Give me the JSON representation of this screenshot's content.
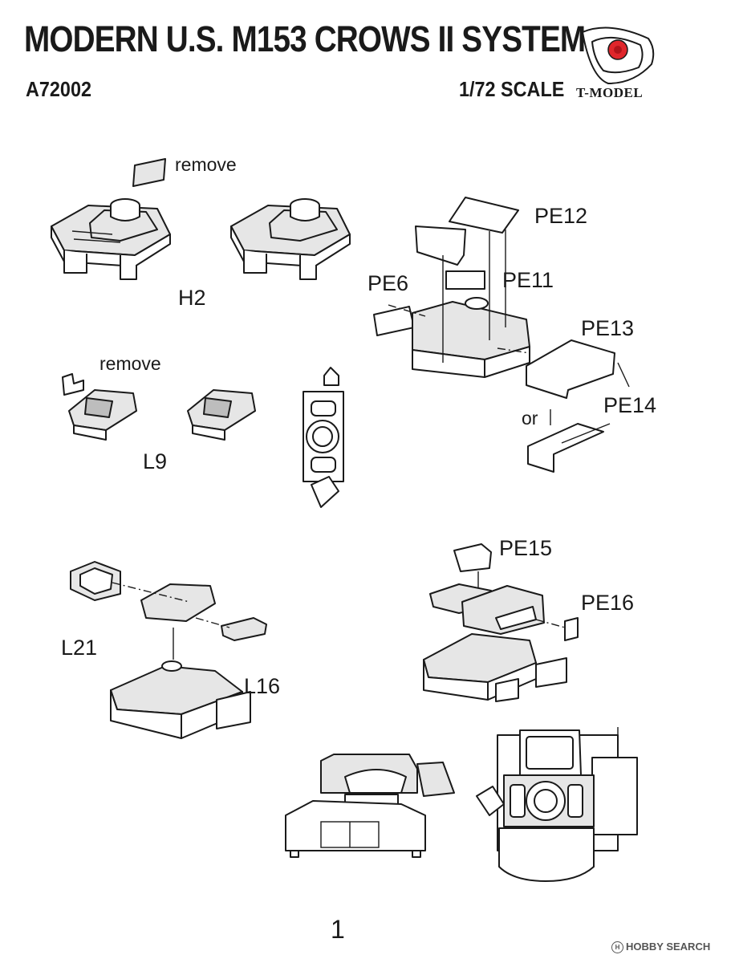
{
  "header": {
    "title": "MODERN U.S. M153 CROWS II SYSTEM",
    "code": "A72002",
    "scale": "1/72 SCALE",
    "brand": "T-MODEL"
  },
  "labels": {
    "remove_1": "remove",
    "h2": "H2",
    "pe12": "PE12",
    "pe6": "PE6",
    "pe11": "PE11",
    "pe13": "PE13",
    "remove_2": "remove",
    "l9": "L9",
    "or": "or",
    "pe14": "PE14",
    "pe15": "PE15",
    "pe16": "PE16",
    "l21": "L21",
    "l16": "L16"
  },
  "page_number": "1",
  "watermark": "HOBBY SEARCH",
  "colors": {
    "ink": "#1a1a1a",
    "logo_red": "#e0262b"
  }
}
